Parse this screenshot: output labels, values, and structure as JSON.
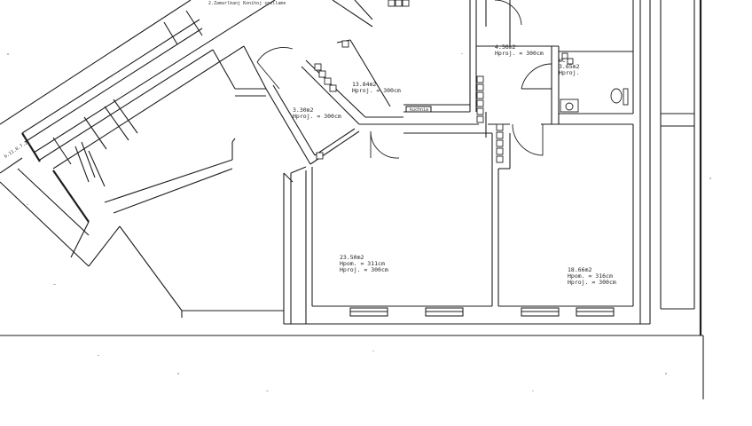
{
  "top_caption": "2.Zamarlkanj Konihoj spellame",
  "rooms": [
    {
      "id": "hall",
      "area": "4.56m2",
      "height": "Hproj. = 300cm"
    },
    {
      "id": "wc",
      "name": "WC",
      "area": "3.65m2",
      "height": "Hproj."
    },
    {
      "id": "room-13",
      "area": "13.84m2",
      "height": "Hproj. = 300cm"
    },
    {
      "id": "room-3",
      "area": "3.30m2",
      "height": "Hproj. = 300cm"
    },
    {
      "id": "room-23",
      "area": "23.50m2",
      "height_pom": "Hpom. = 311cm",
      "height": "Hproj. = 300cm"
    },
    {
      "id": "room-18",
      "area": "18.66m2",
      "height_pom": "Hpom. = 316cm",
      "height": "Hproj. = 300cm"
    }
  ],
  "small_labels": {
    "kuchnia": "kuchnia",
    "side": "b.11.0.7.2"
  }
}
